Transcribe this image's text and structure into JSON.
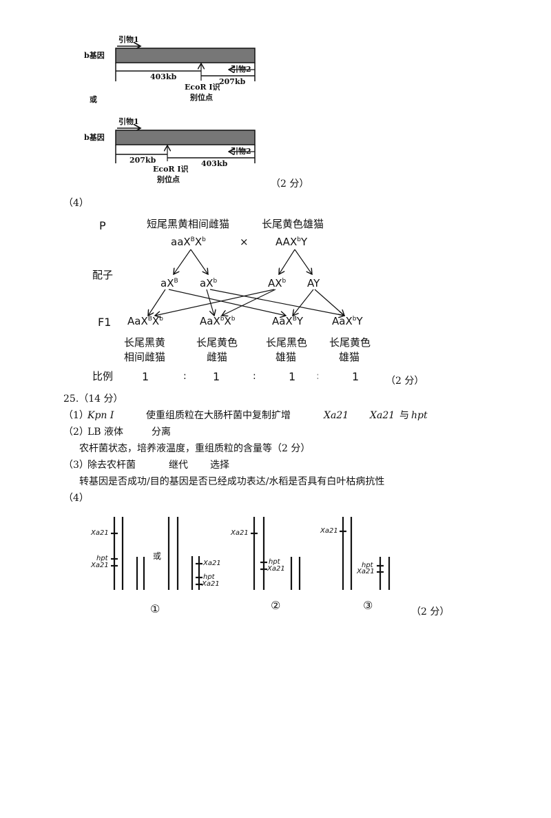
{
  "primer_diagram": {
    "option1": {
      "gene_label": "b基因",
      "primer1": "引物1",
      "primer2": "引物2",
      "left_len": "403kb",
      "right_len": "207kb",
      "site_line1": "EcoR I识",
      "site_line2": "别位点"
    },
    "or_label": "或",
    "option2": {
      "gene_label": "b基因",
      "primer1": "引物1",
      "primer2": "引物2",
      "left_len": "207kb",
      "right_len": "403kb",
      "site_line1": "EcoR I识",
      "site_line2": "别位点"
    },
    "score": "（2 分）"
  },
  "q4_label": "（4）",
  "cross": {
    "p_label": "P",
    "female_pheno": "短尾黑黄相间雌猫",
    "male_pheno": "长尾黄色雄猫",
    "times": "×",
    "female_geno": [
      [
        "aaX",
        ""
      ],
      [
        "",
        "B"
      ],
      [
        "X",
        ""
      ],
      [
        "",
        "b"
      ]
    ],
    "male_geno": [
      [
        "AAX",
        ""
      ],
      [
        "",
        "b"
      ],
      [
        "Y",
        ""
      ]
    ],
    "gamete_label": "配子",
    "gametes": [
      [
        [
          "aX",
          ""
        ],
        [
          "",
          "B"
        ]
      ],
      [
        [
          "aX",
          ""
        ],
        [
          "",
          "b"
        ]
      ],
      [
        [
          "AX",
          ""
        ],
        [
          "",
          "b"
        ]
      ],
      [
        [
          "AY",
          ""
        ]
      ]
    ],
    "f1_label": "F1",
    "offspring": [
      {
        "geno": [
          [
            "AaX",
            ""
          ],
          [
            "",
            "B"
          ],
          [
            "X",
            ""
          ],
          [
            "",
            "b"
          ]
        ],
        "pheno1": "长尾黑黄",
        "pheno2": "相间雌猫"
      },
      {
        "geno": [
          [
            "AaX",
            ""
          ],
          [
            "",
            "b"
          ],
          [
            "X",
            ""
          ],
          [
            "",
            "b"
          ]
        ],
        "pheno1": "长尾黄色",
        "pheno2": "雌猫"
      },
      {
        "geno": [
          [
            "AaX",
            ""
          ],
          [
            "",
            "B"
          ],
          [
            "Y",
            ""
          ]
        ],
        "pheno1": "长尾黑色",
        "pheno2": "雄猫"
      },
      {
        "geno": [
          [
            "AaX",
            ""
          ],
          [
            "",
            "b"
          ],
          [
            "Y",
            ""
          ]
        ],
        "pheno1": "长尾黄色",
        "pheno2": "雄猫"
      }
    ],
    "ratio_label": "比例",
    "ratio": [
      "1",
      "1",
      "1",
      "1"
    ],
    "colon": ":",
    "score": "（2 分）"
  },
  "q25": {
    "title": "25.（14 分）",
    "a1_num": "（1）",
    "a1_enzyme": "Kpn I",
    "a1_text": "使重组质粒在大肠杆菌中复制扩增",
    "a1_gene": "Xa21",
    "a1_gene2": "Xa21",
    "a1_and": "与",
    "a1_marker": "hpt",
    "a2_num": "（2）",
    "a2_medium": "LB 液体",
    "a2_sep": "分离",
    "a2_line2": "农杆菌状态，培养液温度，重组质粒的含量等（2 分）",
    "a3_num": "（3）",
    "a3_a": "除去农杆菌",
    "a3_b": "继代",
    "a3_c": "选择",
    "a3_line2": "转基因是否成功/目的基因是否已经成功表达/水稻是否具有白叶枯病抗性",
    "a4_num": "（4）"
  },
  "chromosomes": {
    "xa21": "Xa21",
    "hpt": "hpt",
    "or_label": "或",
    "labels": [
      "①",
      "②",
      "③"
    ],
    "score": "（2 分）"
  }
}
